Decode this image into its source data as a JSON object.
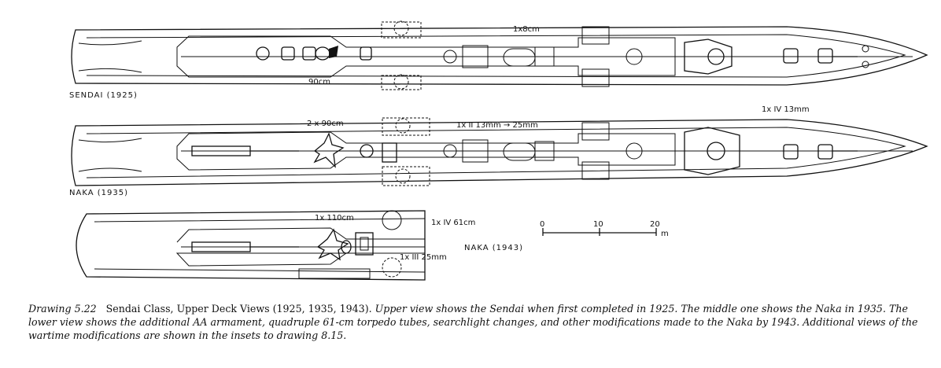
{
  "ships": {
    "sendai_1925": {
      "name": "SENDAI (1925)",
      "labels": {
        "searchlight": "90cm",
        "aa_gun": "1x8cm"
      }
    },
    "naka_1935": {
      "name": "NAKA (1935)",
      "labels": {
        "searchlights": "2 x 90cm",
        "mg": "1x II 13mm → 25mm",
        "quad_mg": "1x IV 13mm"
      }
    },
    "naka_1943": {
      "name": "NAKA (1943)",
      "labels": {
        "searchlight": "1x 110cm",
        "torpedo": "1x IV 61cm",
        "aa": "1x III 25mm"
      }
    }
  },
  "scale": {
    "ticks": [
      "0",
      "10",
      "20"
    ],
    "unit": "m"
  },
  "caption": {
    "number": "Drawing 5.22",
    "title": "Sendai Class, Upper Deck Views (1925, 1935, 1943).",
    "body": "Upper view shows the Sendai when first completed in 1925. The middle one shows the Naka in 1935. The lower view shows the additional AA armament, quadruple 61-cm torpedo tubes, searchlight changes, and other modifications made to the Naka by 1943. Additional views of the wartime modifications are shown in the insets to drawing 8.15."
  }
}
